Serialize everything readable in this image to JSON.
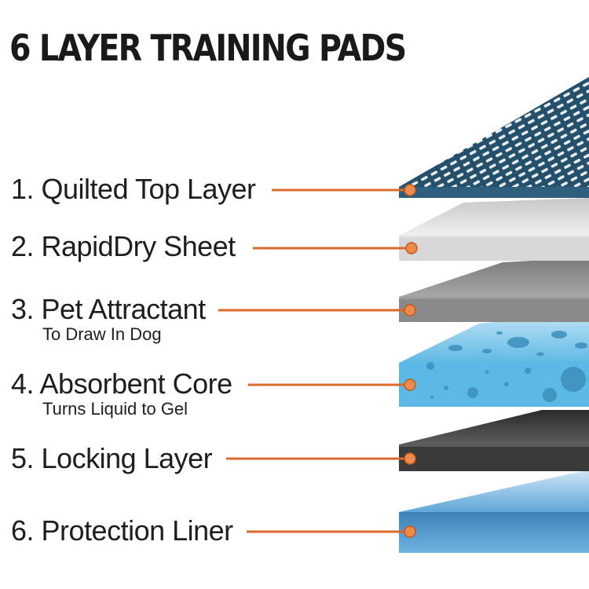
{
  "title": "6 LAYER TRAINING PADS",
  "colors": {
    "leader": "#d86a2a",
    "dot": "#ee8a4a",
    "layer1": "#2e5f7e",
    "layer2": "#d8d8d8",
    "layer3": "#8a8a8a",
    "layer4": "#5cb9e6",
    "layer5": "#3a3a3a",
    "layer6": "#4f9bd0"
  },
  "layers": [
    {
      "label": "1. Quilted Top Layer",
      "sub": ""
    },
    {
      "label": "2. RapidDry Sheet",
      "sub": ""
    },
    {
      "label": "3. Pet Attractant",
      "sub": "To Draw In Dog"
    },
    {
      "label": "4. Absorbent Core",
      "sub": "Turns Liquid to Gel"
    },
    {
      "label": "5. Locking Layer",
      "sub": ""
    },
    {
      "label": "6. Protection Liner",
      "sub": ""
    }
  ]
}
